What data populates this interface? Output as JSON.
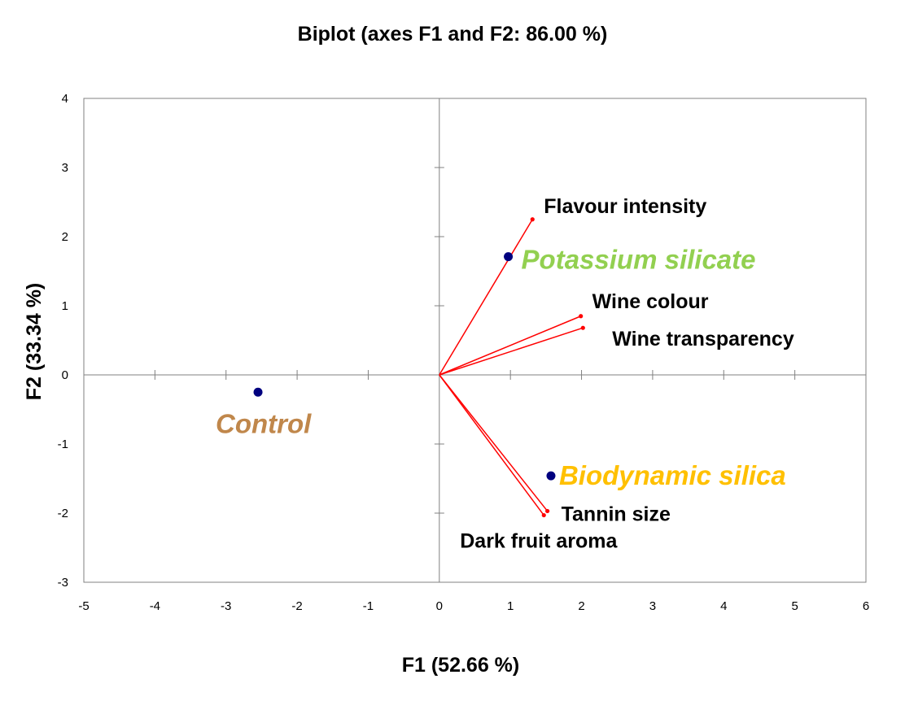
{
  "chart_data": {
    "type": "scatter",
    "subtype": "biplot",
    "title": "Biplot (axes F1 and F2: 86.00 %)",
    "xlabel": "F1 (52.66 %)",
    "ylabel": "F2 (33.34 %)",
    "xlim": [
      -5,
      6
    ],
    "ylim": [
      -3,
      4
    ],
    "xticks": [
      -5,
      -4,
      -3,
      -2,
      -1,
      0,
      1,
      2,
      3,
      4,
      5,
      6
    ],
    "yticks": [
      -3,
      -2,
      -1,
      0,
      1,
      2,
      3,
      4
    ],
    "grid": false,
    "legend": "none",
    "colors": {
      "vector": "#ff0000",
      "observation_point": "#00007f",
      "axes": "#808080",
      "frame": "#808080"
    },
    "variables": [
      {
        "label": "Flavour intensity",
        "x": 1.31,
        "y": 2.25
      },
      {
        "label": "Wine colour",
        "x": 1.99,
        "y": 0.85
      },
      {
        "label": "Wine transparency",
        "x": 2.02,
        "y": 0.68
      },
      {
        "label": "Tannin size",
        "x": 1.52,
        "y": -1.97
      },
      {
        "label": "Dark fruit aroma",
        "x": 1.47,
        "y": -2.03
      }
    ],
    "observations": [
      {
        "label": "Potassium silicate",
        "x": 0.97,
        "y": 1.71,
        "color": "#92d050"
      },
      {
        "label": "Control",
        "x": -2.55,
        "y": -0.25,
        "color": "#c0874b"
      },
      {
        "label": "Biodynamic silica",
        "x": 1.57,
        "y": -1.46,
        "color": "#ffc000"
      }
    ]
  }
}
